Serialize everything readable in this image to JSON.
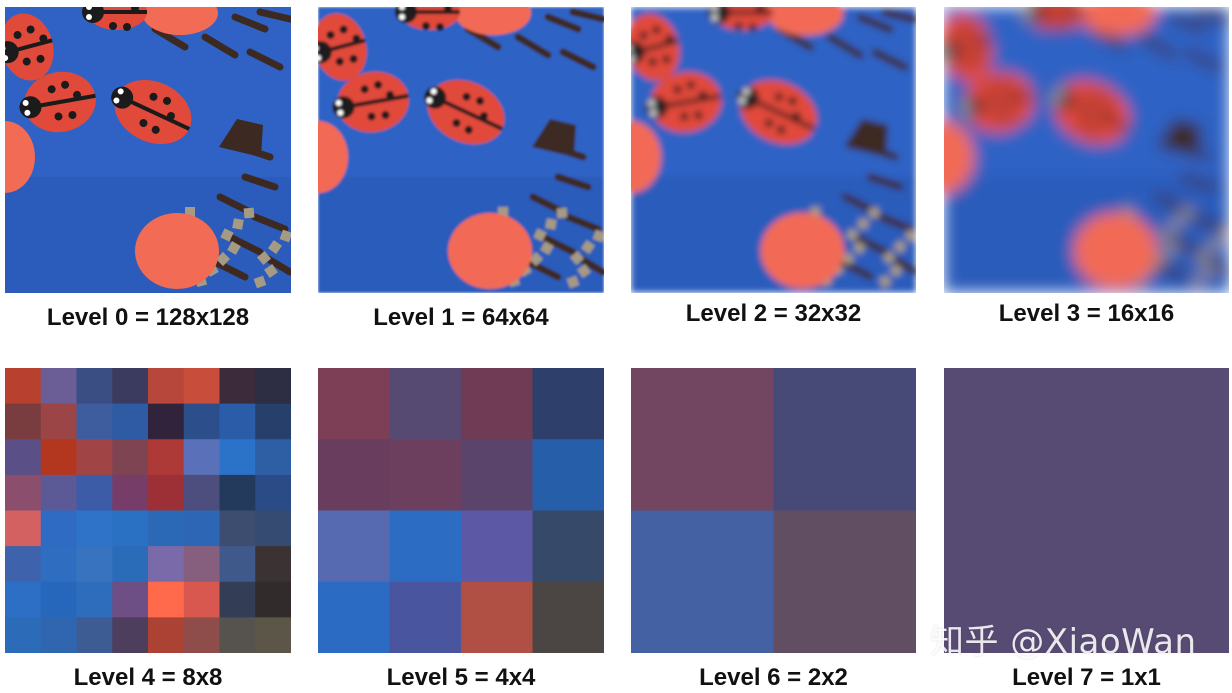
{
  "levels": [
    {
      "label": "Level 0 = 128x128"
    },
    {
      "label": "Level 1 = 64x64"
    },
    {
      "label": "Level 2 = 32x32"
    },
    {
      "label": "Level 3 = 16x16"
    },
    {
      "label": "Level 4 = 8x8"
    },
    {
      "label": "Level 5 = 4x4"
    },
    {
      "label": "Level 6 = 2x2"
    },
    {
      "label": "Level 7 = 1x1"
    }
  ],
  "watermark": "知乎 @XiaoWan",
  "colors": {
    "table_blue": "#2f62c4",
    "table_blue_dark": "#2451ad",
    "cookie_red": "#e14a3a",
    "cookie_orange": "#f26b55",
    "chocolate": "#3c2a22",
    "sugar": "#a59a84",
    "level4": [
      [
        "#b7402f",
        "#6b5d95",
        "#3a4e83",
        "#3b3b5f",
        "#b8473b",
        "#c84d3b",
        "#3c2c3b",
        "#2d2d44"
      ],
      [
        "#7a3d3f",
        "#9b4547",
        "#3e5d9e",
        "#2e5ba3",
        "#32233d",
        "#2c4f8b",
        "#2a5ca8",
        "#263f6b"
      ],
      [
        "#5a4f86",
        "#b3371f",
        "#a14445",
        "#7f4451",
        "#ad3a37",
        "#5a70b8",
        "#2a73c8",
        "#2e5ea4"
      ],
      [
        "#8b4f6d",
        "#5b5a96",
        "#3d5ca8",
        "#763d68",
        "#9d2f37",
        "#4d4e7e",
        "#243a5c",
        "#2a4b86"
      ],
      [
        "#d36161",
        "#2f6bc2",
        "#2e73c8",
        "#2a70c3",
        "#2b68b5",
        "#2e66b6",
        "#3d4d70",
        "#364b71"
      ],
      [
        "#3e63ac",
        "#2f6dc1",
        "#3873bf",
        "#2a6cb8",
        "#7a6aa9",
        "#875f7e",
        "#3f5a8a",
        "#3b3333"
      ],
      [
        "#2d6fc4",
        "#2667bc",
        "#2e6cbc",
        "#6d4f85",
        "#ff6a4d",
        "#d8584f",
        "#333d56",
        "#322b2b"
      ],
      [
        "#2c6bb7",
        "#3066b0",
        "#3d5c93",
        "#4e3e5e",
        "#ab4234",
        "#8e4c4a",
        "#56524e",
        "#5b5647"
      ]
    ],
    "level5": [
      [
        "#7c3f55",
        "#574a72",
        "#703c55",
        "#2f3f6b"
      ],
      [
        "#693d5d",
        "#6c3f5f",
        "#5b446c",
        "#265ea9"
      ],
      [
        "#566ab2",
        "#2c6cc3",
        "#5d58a6",
        "#364969"
      ],
      [
        "#2c6bc3",
        "#4a55a0",
        "#b04f43",
        "#4b4544"
      ]
    ],
    "level6": [
      [
        "#724560",
        "#474a76"
      ],
      [
        "#4462a3",
        "#614e62"
      ]
    ],
    "level7": [
      [
        "#574b73"
      ]
    ]
  }
}
